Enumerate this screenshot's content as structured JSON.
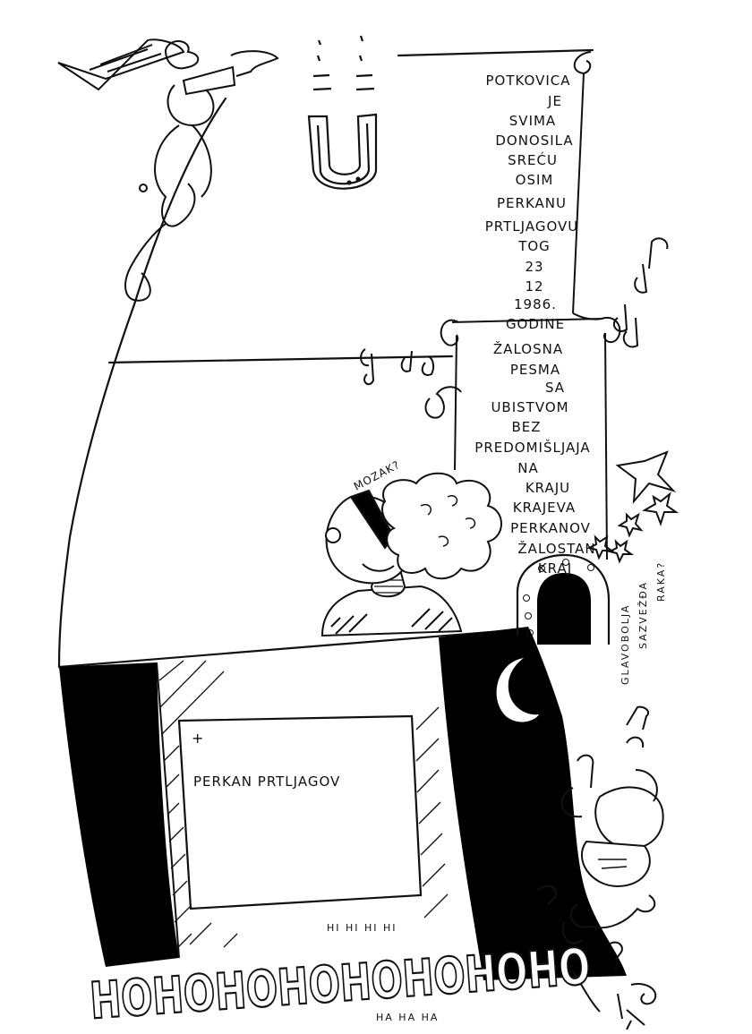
{
  "scroll_top": {
    "lines": [
      "POTKOVICA",
      "JE",
      "SVIMA",
      "DONOSILA",
      "SREĆU",
      "OSIM",
      "PERKANU",
      "PRTLJAGOVU",
      "TOG",
      "23",
      "12",
      "1986.",
      "GODINE"
    ]
  },
  "scroll_bottom": {
    "lines": [
      "ŽALOSNA",
      "PESMA",
      "SA",
      "UBISTVOM",
      "BEZ",
      "PREDOMIŠLJAJA",
      "NA",
      "KRAJU",
      "KRAJEVA",
      "PERKANOV",
      "ŽALOSTAN",
      "KRAJ"
    ]
  },
  "speech": {
    "mozak": "MOZAK?"
  },
  "constellation": {
    "line1": "GLAVOBOLJA",
    "line2": "SAZVEŽĐA",
    "line3": "RAKA?"
  },
  "tombstone": {
    "cross": "+",
    "name": "PERKAN PRTLJAGOV"
  },
  "laughter": {
    "big": "HOHOHOHOHOHOHOHO",
    "hi": "HI HI HI HI",
    "ha": "HA HA HA"
  }
}
